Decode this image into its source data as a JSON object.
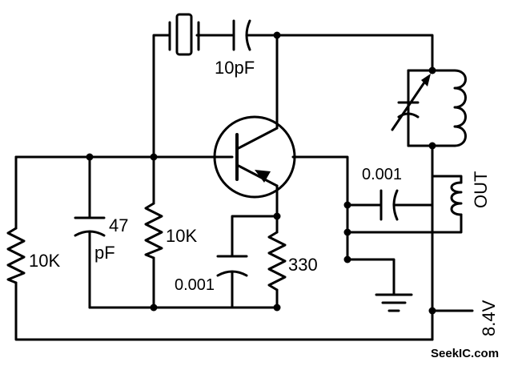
{
  "labels": {
    "c_top": "10pF",
    "r_left": "10K",
    "c_47_value": "47",
    "c_47_unit": "pF",
    "r_mid": "10K",
    "c_bottom": "0.001",
    "r_emitter": "330",
    "c_output": "0.001",
    "out": "OUT",
    "supply": "8.4V"
  },
  "watermark": "SeekIC.com"
}
